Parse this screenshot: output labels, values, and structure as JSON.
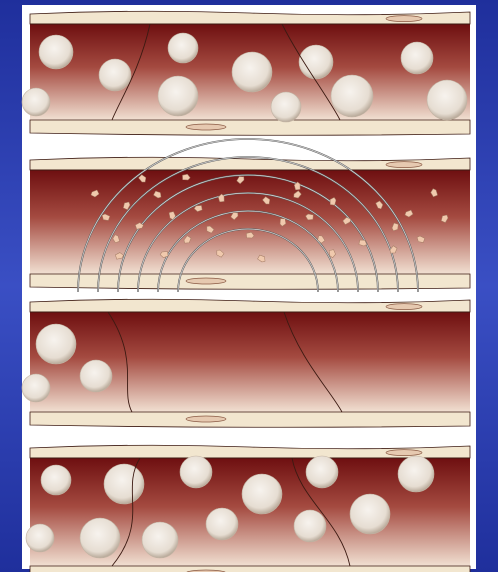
{
  "colors": {
    "background": "#1f2f9c",
    "background_light": "#3a4fc4",
    "frame": "#ffffff",
    "vessel_dark": "#6e0f10",
    "vessel_light": "#f1e0d2",
    "wall": "#f2e6cf",
    "wall_edge": "#3c1a12",
    "cell_fill": "#ece5dc",
    "particle": "#f0c9ad",
    "arc_stroke": "#5c5c5c"
  },
  "panels": [
    {
      "id": "panel-1",
      "content": "vessel-with-blood-cells"
    },
    {
      "id": "panel-2",
      "content": "vessel-with-electrode-arcs-and-fragments"
    },
    {
      "id": "panel-3",
      "content": "vessel-with-few-blood-cells"
    },
    {
      "id": "panel-4",
      "content": "vessel-with-blood-cells-restored"
    }
  ]
}
